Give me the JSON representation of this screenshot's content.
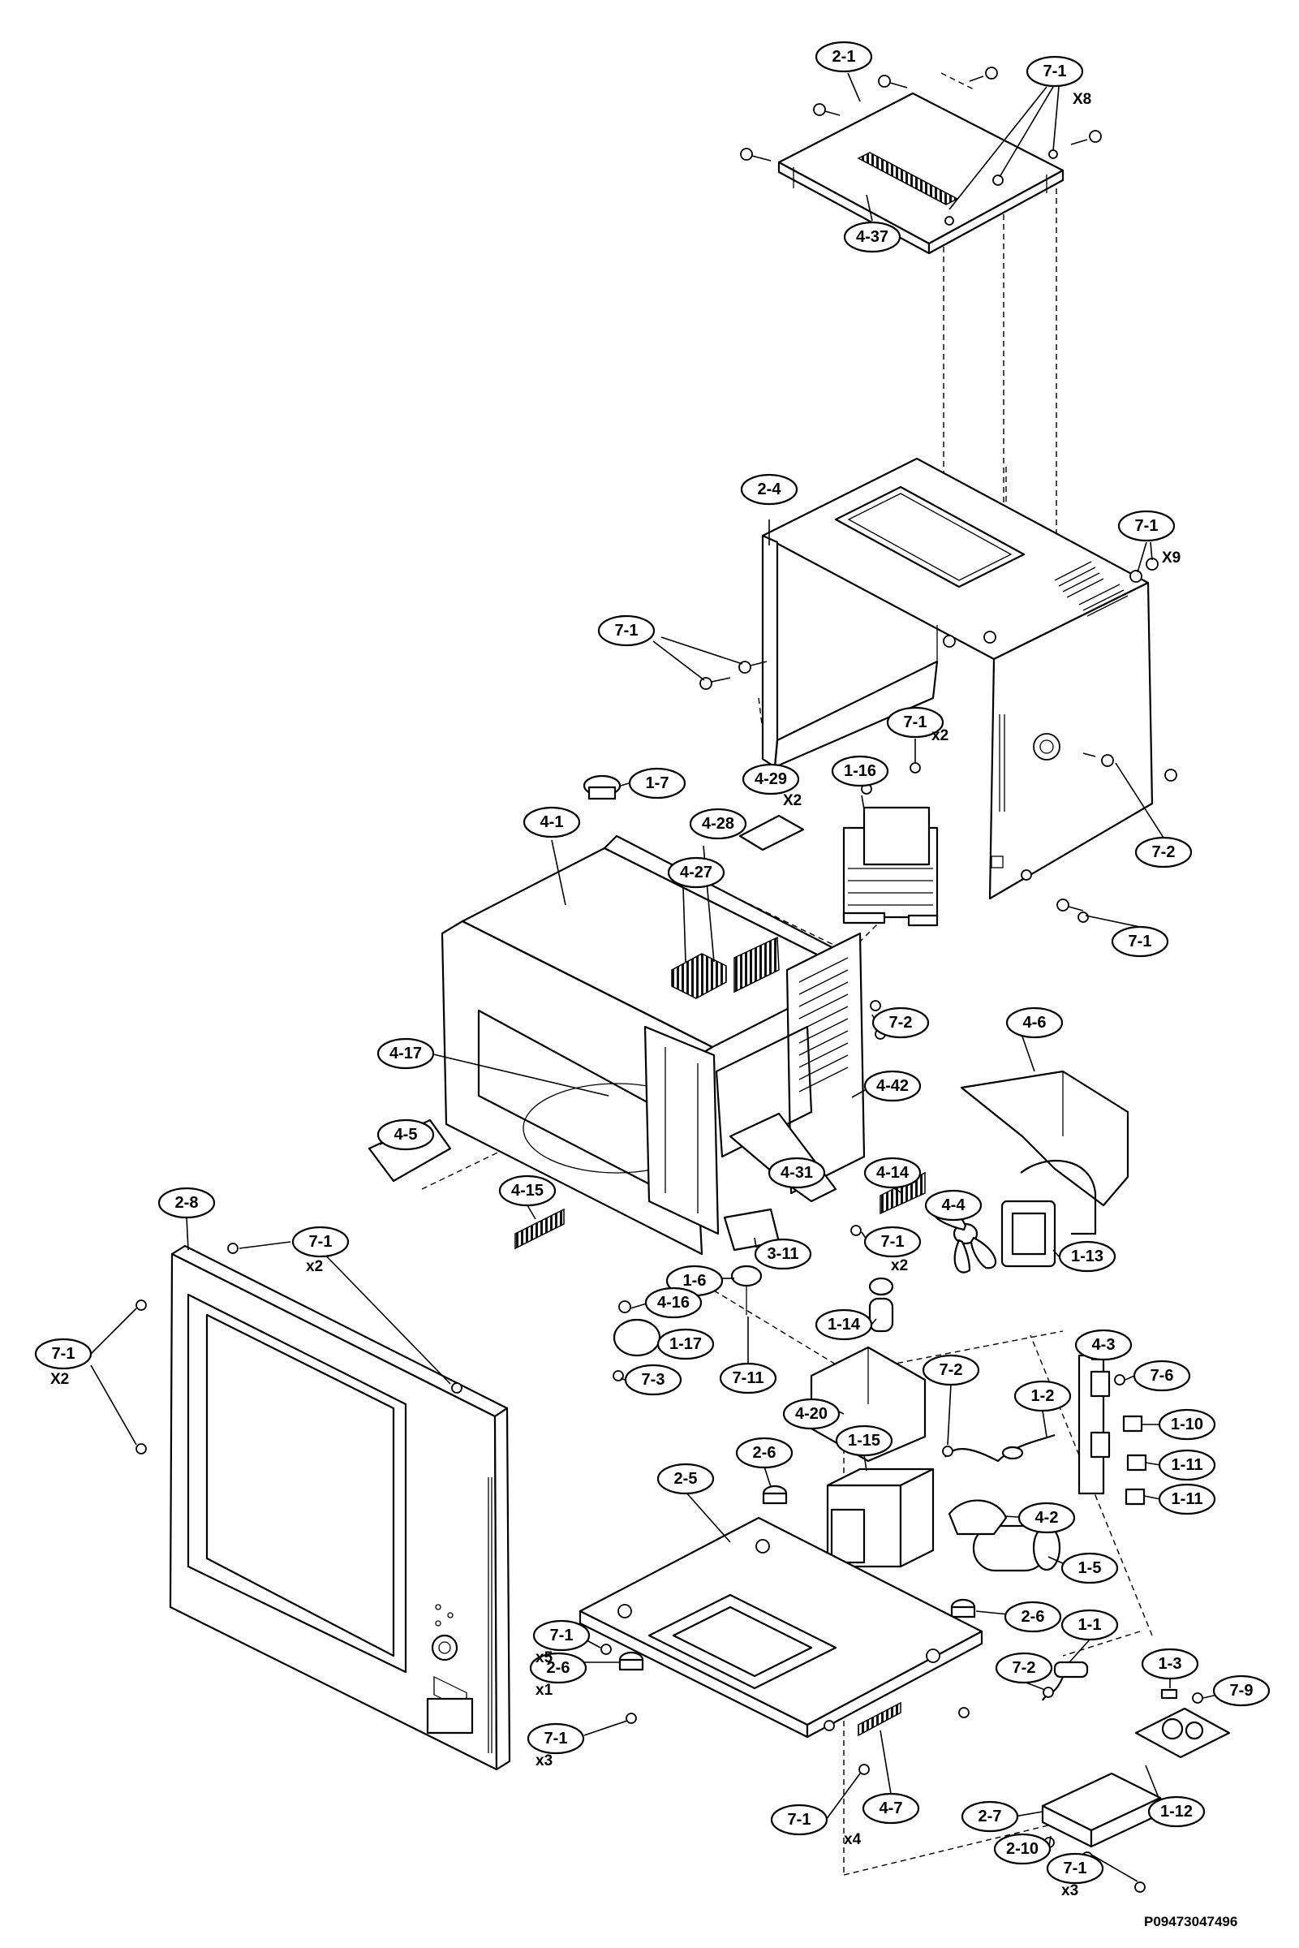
{
  "reference_number": "P09473047496",
  "callouts": [
    {
      "label": "2-1"
    },
    {
      "label": "7-1"
    },
    {
      "label": "4-37"
    },
    {
      "label": "2-4"
    },
    {
      "label": "7-1"
    },
    {
      "label": "7-1"
    },
    {
      "label": "7-1"
    },
    {
      "label": "1-16"
    },
    {
      "label": "4-29"
    },
    {
      "label": "1-7"
    },
    {
      "label": "4-28"
    },
    {
      "label": "4-27"
    },
    {
      "label": "4-1"
    },
    {
      "label": "7-2"
    },
    {
      "label": "7-1"
    },
    {
      "label": "4-6"
    },
    {
      "label": "7-2"
    },
    {
      "label": "4-17"
    },
    {
      "label": "4-42"
    },
    {
      "label": "4-5"
    },
    {
      "label": "4-31"
    },
    {
      "label": "4-14"
    },
    {
      "label": "4-4"
    },
    {
      "label": "2-8"
    },
    {
      "label": "4-15"
    },
    {
      "label": "7-1"
    },
    {
      "label": "3-11"
    },
    {
      "label": "7-1"
    },
    {
      "label": "1-13"
    },
    {
      "label": "1-6"
    },
    {
      "label": "4-16"
    },
    {
      "label": "1-14"
    },
    {
      "label": "7-1"
    },
    {
      "label": "1-17"
    },
    {
      "label": "7-3"
    },
    {
      "label": "7-11"
    },
    {
      "label": "4-3"
    },
    {
      "label": "7-6"
    },
    {
      "label": "7-2"
    },
    {
      "label": "4-20"
    },
    {
      "label": "1-2"
    },
    {
      "label": "1-10"
    },
    {
      "label": "1-11"
    },
    {
      "label": "1-11"
    },
    {
      "label": "2-6"
    },
    {
      "label": "1-15"
    },
    {
      "label": "2-5"
    },
    {
      "label": "4-2"
    },
    {
      "label": "1-5"
    },
    {
      "label": "2-6"
    },
    {
      "label": "7-1"
    },
    {
      "label": "2-6"
    },
    {
      "label": "1-1"
    },
    {
      "label": "7-2"
    },
    {
      "label": "1-3"
    },
    {
      "label": "7-9"
    },
    {
      "label": "7-1"
    },
    {
      "label": "4-7"
    },
    {
      "label": "7-1"
    },
    {
      "label": "2-7"
    },
    {
      "label": "1-12"
    },
    {
      "label": "2-10"
    },
    {
      "label": "7-1"
    }
  ],
  "quantities": [
    "X8",
    "X9",
    "x2",
    "X2",
    "x2",
    "x2",
    "X2",
    "x5",
    "x1",
    "x3",
    "x4",
    "x3"
  ]
}
